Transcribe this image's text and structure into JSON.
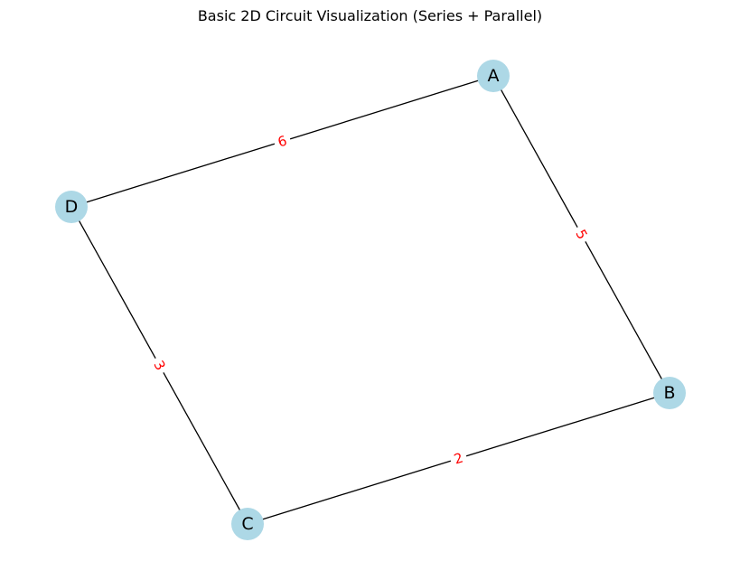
{
  "figure": {
    "title": "Basic 2D Circuit Visualization (Series + Parallel)"
  },
  "colors": {
    "node_fill": "#add8e6",
    "node_text": "#000000",
    "edge_stroke": "#000000",
    "edge_label_text": "#ff0000",
    "edge_label_background": "#ffffff"
  },
  "nodes": [
    {
      "id": "A",
      "label": "A"
    },
    {
      "id": "B",
      "label": "B"
    },
    {
      "id": "C",
      "label": "C"
    },
    {
      "id": "D",
      "label": "D"
    }
  ],
  "edges": [
    {
      "from": "A",
      "to": "B",
      "label": "5"
    },
    {
      "from": "B",
      "to": "C",
      "label": "2"
    },
    {
      "from": "C",
      "to": "D",
      "label": "3"
    },
    {
      "from": "D",
      "to": "A",
      "label": "6"
    }
  ]
}
